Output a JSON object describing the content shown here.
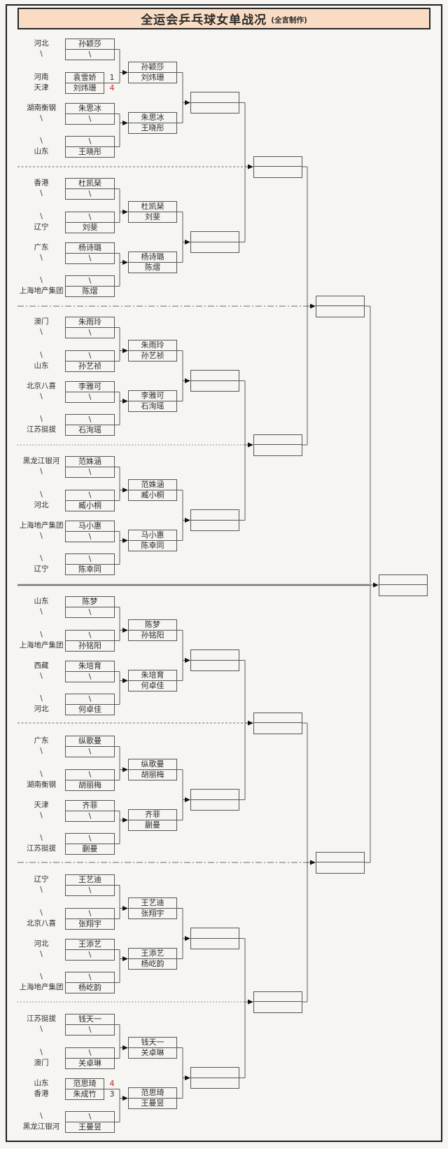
{
  "title": "全运会乒乓球女单战况",
  "subtitle": "(全言制作)",
  "colors": {
    "header_bg": "#f9dcc3",
    "line": "#5a5a5a",
    "box_border": "#555555",
    "divider": "#888888",
    "solid_divider": "#777777",
    "arrow": "#111111",
    "score_normal": "#333333",
    "score_winner": "#cc2222"
  },
  "chart_data": {
    "type": "table",
    "title": "全运会乒乓球女单战况",
    "subtitle": "(全言制作)",
    "note": "single-elimination bracket, 8 groups of 4 entries; later rounds empty",
    "sections": [
      {
        "matches": [
          {
            "teams": [
              "河北",
              "\\"
            ],
            "players": [
              "孙颖莎",
              "\\"
            ],
            "scores": null,
            "winner": null
          },
          {
            "teams": [
              "河南",
              "天津"
            ],
            "players": [
              "袁雪娇",
              "刘炜珊"
            ],
            "scores": [
              "1",
              "4"
            ],
            "winner": 1
          },
          {
            "teams": [
              "湖南衡钢",
              "\\"
            ],
            "players": [
              "朱思冰",
              "\\"
            ],
            "scores": null,
            "winner": null
          },
          {
            "teams": [
              "\\",
              "山东"
            ],
            "players": [
              "\\",
              "王晓彤"
            ],
            "scores": null,
            "winner": null
          }
        ],
        "round2": [
          [
            "孙颖莎",
            "刘炜珊"
          ],
          [
            "朱思冰",
            "王晓彤"
          ]
        ]
      },
      {
        "matches": [
          {
            "teams": [
              "香港",
              "\\"
            ],
            "players": [
              "杜凯琹",
              "\\"
            ],
            "scores": null,
            "winner": null
          },
          {
            "teams": [
              "\\",
              "辽宁"
            ],
            "players": [
              "\\",
              "刘斐"
            ],
            "scores": null,
            "winner": null
          },
          {
            "teams": [
              "广东",
              "\\"
            ],
            "players": [
              "杨诗璐",
              "\\"
            ],
            "scores": null,
            "winner": null
          },
          {
            "teams": [
              "\\",
              "上海地产集团"
            ],
            "players": [
              "\\",
              "陈熠"
            ],
            "scores": null,
            "winner": null
          }
        ],
        "round2": [
          [
            "杜凯琹",
            "刘斐"
          ],
          [
            "杨诗璐",
            "陈熠"
          ]
        ]
      },
      {
        "matches": [
          {
            "teams": [
              "澳门",
              "\\"
            ],
            "players": [
              "朱雨玲",
              "\\"
            ],
            "scores": null,
            "winner": null
          },
          {
            "teams": [
              "\\",
              "山东"
            ],
            "players": [
              "\\",
              "孙艺祯"
            ],
            "scores": null,
            "winner": null
          },
          {
            "teams": [
              "北京八喜",
              "\\"
            ],
            "players": [
              "李雅可",
              "\\"
            ],
            "scores": null,
            "winner": null
          },
          {
            "teams": [
              "\\",
              "江苏挺拔"
            ],
            "players": [
              "\\",
              "石洵瑶"
            ],
            "scores": null,
            "winner": null
          }
        ],
        "round2": [
          [
            "朱雨玲",
            "孙艺祯"
          ],
          [
            "李雅可",
            "石洵瑶"
          ]
        ]
      },
      {
        "matches": [
          {
            "teams": [
              "黑龙江银河",
              "\\"
            ],
            "players": [
              "范姝涵",
              "\\"
            ],
            "scores": null,
            "winner": null
          },
          {
            "teams": [
              "\\",
              "河北"
            ],
            "players": [
              "\\",
              "臧小桐"
            ],
            "scores": null,
            "winner": null
          },
          {
            "teams": [
              "上海地产集团",
              "\\"
            ],
            "players": [
              "马小惠",
              "\\"
            ],
            "scores": null,
            "winner": null
          },
          {
            "teams": [
              "\\",
              "辽宁"
            ],
            "players": [
              "\\",
              "陈幸同"
            ],
            "scores": null,
            "winner": null
          }
        ],
        "round2": [
          [
            "范姝涵",
            "臧小桐"
          ],
          [
            "马小惠",
            "陈幸同"
          ]
        ]
      },
      {
        "matches": [
          {
            "teams": [
              "山东",
              "\\"
            ],
            "players": [
              "陈梦",
              "\\"
            ],
            "scores": null,
            "winner": null
          },
          {
            "teams": [
              "\\",
              "上海地产集团"
            ],
            "players": [
              "\\",
              "孙铭阳"
            ],
            "scores": null,
            "winner": null
          },
          {
            "teams": [
              "西藏",
              "\\"
            ],
            "players": [
              "朱培育",
              "\\"
            ],
            "scores": null,
            "winner": null
          },
          {
            "teams": [
              "\\",
              "河北"
            ],
            "players": [
              "\\",
              "何卓佳"
            ],
            "scores": null,
            "winner": null
          }
        ],
        "round2": [
          [
            "陈梦",
            "孙铭阳"
          ],
          [
            "朱培育",
            "何卓佳"
          ]
        ]
      },
      {
        "matches": [
          {
            "teams": [
              "广东",
              "\\"
            ],
            "players": [
              "纵歌曼",
              "\\"
            ],
            "scores": null,
            "winner": null
          },
          {
            "teams": [
              "\\",
              "湖南衡钢"
            ],
            "players": [
              "\\",
              "胡丽梅"
            ],
            "scores": null,
            "winner": null
          },
          {
            "teams": [
              "天津",
              "\\"
            ],
            "players": [
              "齐菲",
              "\\"
            ],
            "scores": null,
            "winner": null
          },
          {
            "teams": [
              "\\",
              "江苏挺拔"
            ],
            "players": [
              "\\",
              "蒯曼"
            ],
            "scores": null,
            "winner": null
          }
        ],
        "round2": [
          [
            "纵歌曼",
            "胡丽梅"
          ],
          [
            "齐菲",
            "蒯曼"
          ]
        ]
      },
      {
        "matches": [
          {
            "teams": [
              "辽宁",
              "\\"
            ],
            "players": [
              "王艺迪",
              "\\"
            ],
            "scores": null,
            "winner": null
          },
          {
            "teams": [
              "\\",
              "北京八喜"
            ],
            "players": [
              "\\",
              "张翔宇"
            ],
            "scores": null,
            "winner": null
          },
          {
            "teams": [
              "河北",
              "\\"
            ],
            "players": [
              "王添艺",
              "\\"
            ],
            "scores": null,
            "winner": null
          },
          {
            "teams": [
              "\\",
              "上海地产集团"
            ],
            "players": [
              "\\",
              "杨屹韵"
            ],
            "scores": null,
            "winner": null
          }
        ],
        "round2": [
          [
            "王艺迪",
            "张翔宇"
          ],
          [
            "王添艺",
            "杨屹韵"
          ]
        ]
      },
      {
        "matches": [
          {
            "teams": [
              "江苏挺拔",
              "\\"
            ],
            "players": [
              "钱天一",
              "\\"
            ],
            "scores": null,
            "winner": null
          },
          {
            "teams": [
              "\\",
              "澳门"
            ],
            "players": [
              "\\",
              "关卓琳"
            ],
            "scores": null,
            "winner": null
          },
          {
            "teams": [
              "山东",
              "香港"
            ],
            "players": [
              "范思琦",
              "朱成竹"
            ],
            "scores": [
              "4",
              "3"
            ],
            "winner": 0
          },
          {
            "teams": [
              "\\",
              "黑龙江银河"
            ],
            "players": [
              "\\",
              "王曼昱"
            ],
            "scores": null,
            "winner": null
          }
        ],
        "round2": [
          [
            "钱天一",
            "关卓琳"
          ],
          [
            "范思琦",
            "王曼昱"
          ]
        ]
      }
    ]
  }
}
